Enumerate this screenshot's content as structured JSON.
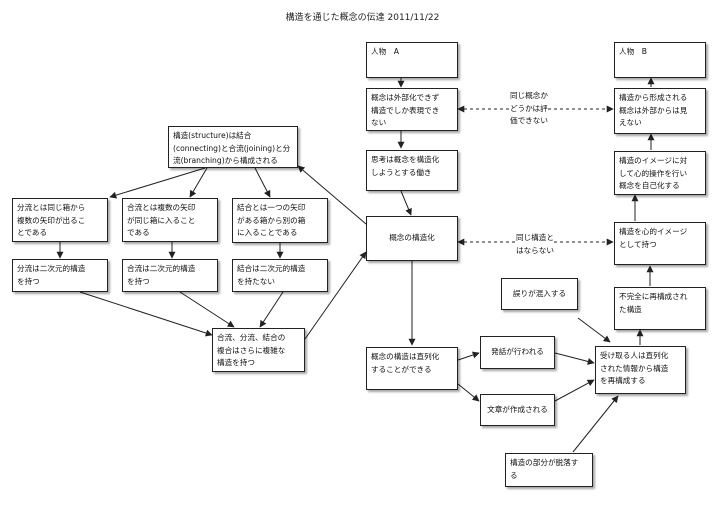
{
  "title": "構造を通じた概念の伝達 2011/11/22",
  "nodes": {
    "person_a": "人物　A",
    "person_b": "人物　B",
    "a_concept_external": "概念は外部化できず\n構造でしか表現でき\nない",
    "b_concept_external": "構造から形成される\n概念は外部からは見\nえない",
    "a_structuring_act": "思考は概念を構造化\nしようとする働き",
    "b_image_operation": "構造のイメージに対\nして心的操作を行い\n概念を自己化する",
    "concept_structuring": "概念の構造化",
    "mental_image": "構造を心的イメージ\nとして持つ",
    "structure_def": "構造(structure)は結合\n(connecting)と合流(joining)と分\n流(branching)から構成される",
    "branch_def": "分流とは同じ箱から\n複数の矢印が出るこ\nとである",
    "join_def": "合流とは複数の矢印\nが同じ箱に入ること\nである",
    "connect_def": "結合とは一つの矢印\nがある箱から別の箱\nに入ることである",
    "branch_2d": "分流は二次元的構造\nを持つ",
    "join_2d": "合流は二次元的構造\nを持つ",
    "connect_no2d": "結合は二次元的構造\nを持たない",
    "complex_structure": "合流、分流、結合の\n複合はさらに複雑な\n構造を持つ",
    "serializable": "概念の構造は直列化\nすることができる",
    "speech": "発話が行われる",
    "writing": "文章が作成される",
    "misunderstanding": "誤りが混入する",
    "reconstruct": "受け取る人は直列化\nされた情報から構造\nを再構成する",
    "incomplete": "不完全に再構成され\nた構造",
    "missing_parts": "構造の部分が脱落す\nる"
  },
  "edge_labels": {
    "same_concept": "同じ概念か\nどうかは評\n価できない",
    "same_structure": "同じ構造と\nはならない"
  }
}
